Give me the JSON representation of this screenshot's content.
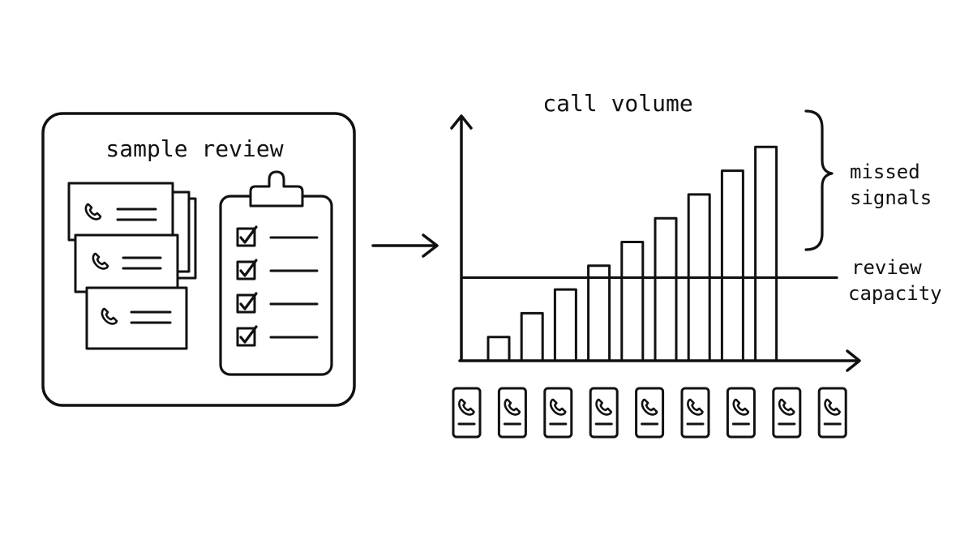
{
  "colors": {
    "ink": "#111111",
    "background": "#ffffff"
  },
  "left_panel": {
    "title": "sample review",
    "cards_icon": "phone-icon",
    "checklist_items": 4
  },
  "chart": {
    "title": "call volume",
    "bars": [
      2,
      3,
      4,
      5,
      6,
      7,
      8,
      9,
      10
    ],
    "capacity": 4.5,
    "y_max": 11,
    "labels": {
      "missed": [
        "missed",
        "signals"
      ],
      "capacity": [
        "review",
        "capacity"
      ]
    },
    "x_axis_icon": "phone-icon"
  }
}
